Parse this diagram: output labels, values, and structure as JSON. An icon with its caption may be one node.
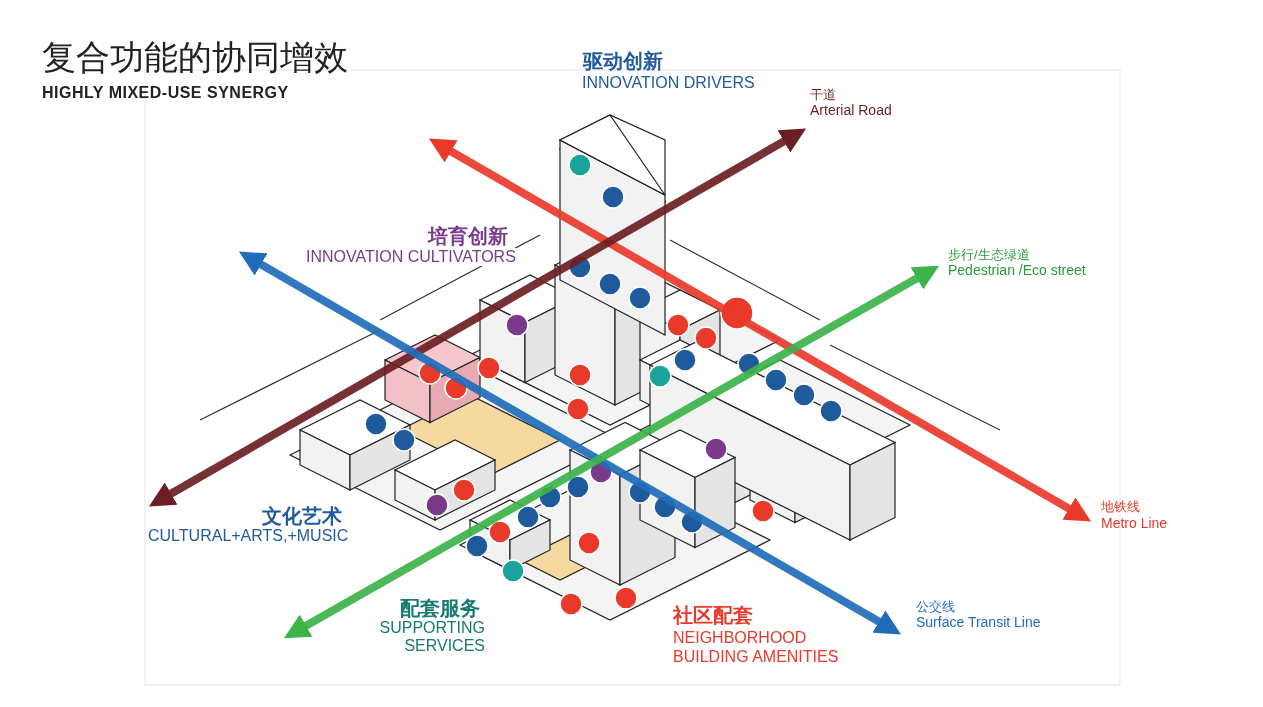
{
  "diagram": {
    "title": "复合功能的协同增效",
    "labels": [
      "HIGHLY MIXED-USE SYNERGY",
      "驱动创新",
      "INNOVATION DRIVERS",
      "干道",
      "Arterial Road",
      "培育创新",
      "INNOVATION CULTIVATORS",
      "步行/生态绿道",
      "Pedestrian /Eco street",
      "地铁线",
      "Metro Line",
      "文化艺术",
      "CULTURAL+ARTS,+MUSIC",
      "配套服务",
      "SUPPORTING SERVICES",
      "社区配套",
      "NEIGHBORHOOD BUILDING AMENITIES",
      "公交线",
      "Surface Transit Line"
    ]
  }
}
